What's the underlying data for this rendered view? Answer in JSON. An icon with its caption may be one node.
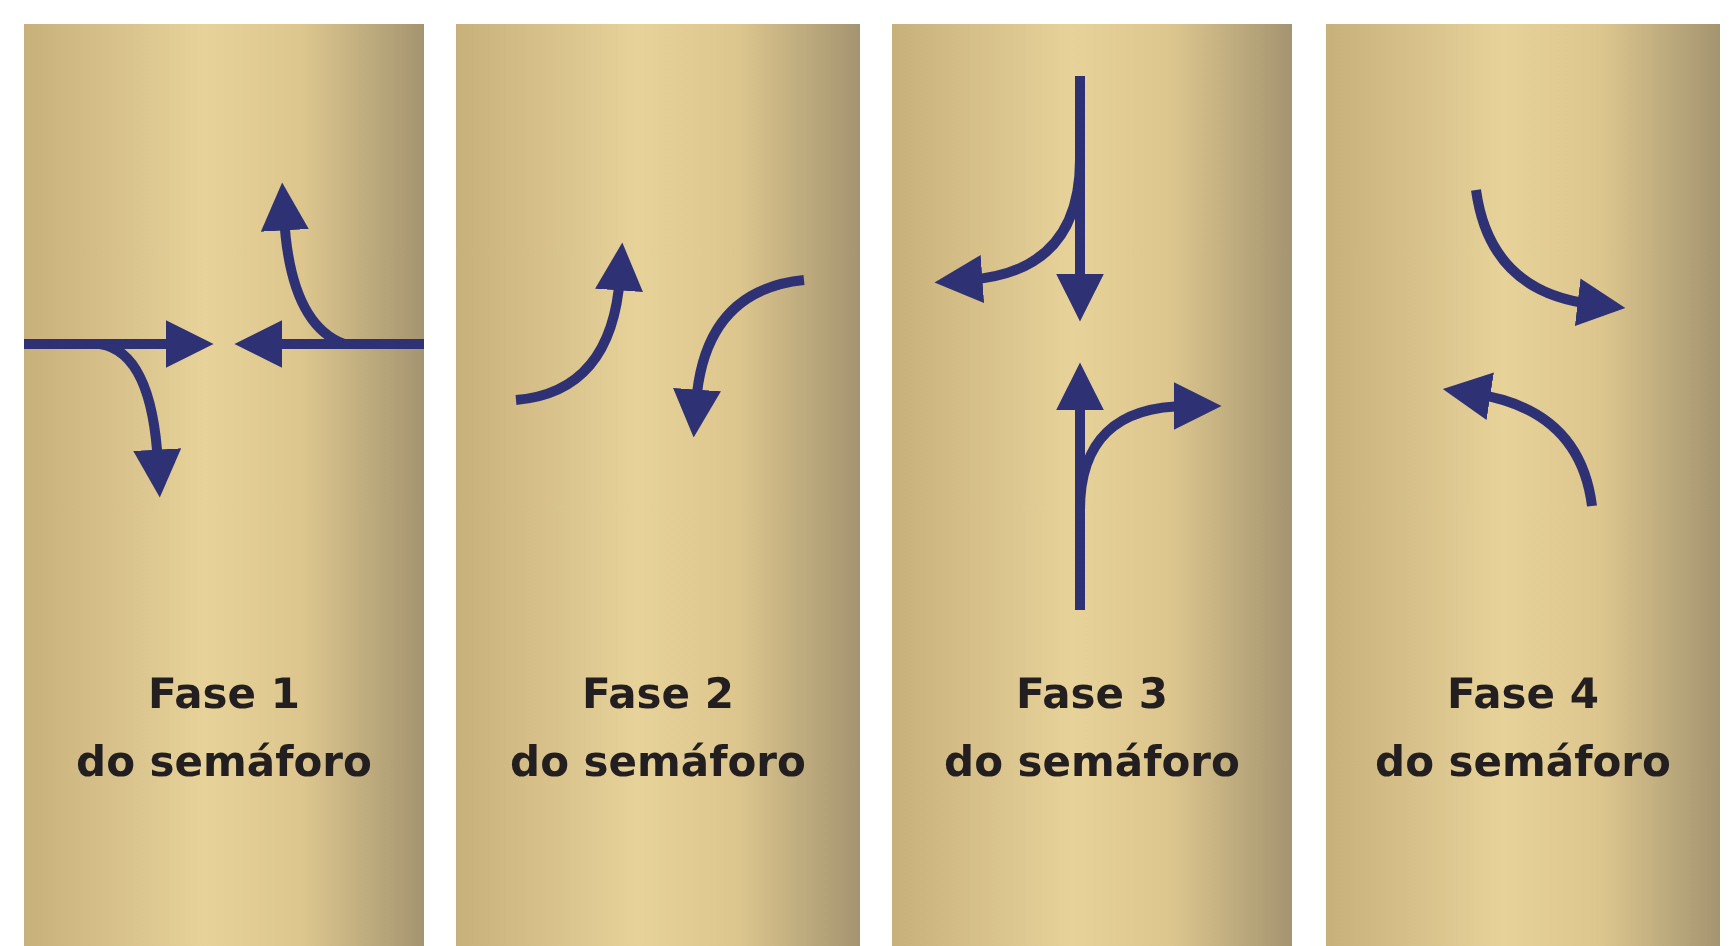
{
  "diagram": {
    "nodes": [
      {
        "text": [
          "Fase 1 do semáforo"
        ]
      },
      {
        "text": [
          "Fase 2 do semáforo"
        ]
      },
      {
        "text": [
          "Fase 3 do semáforo"
        ]
      },
      {
        "text": [
          "Fase 4 do semáforo"
        ]
      }
    ]
  }
}
